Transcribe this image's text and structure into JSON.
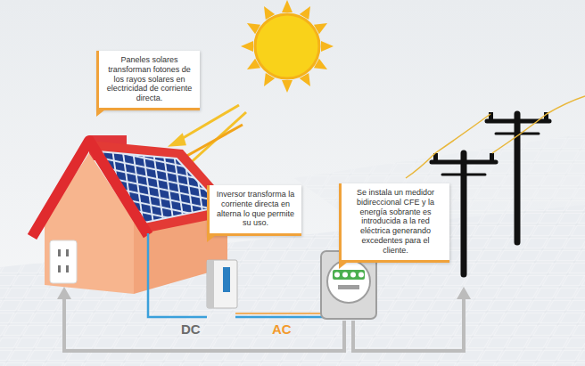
{
  "diagram": {
    "nodes": [
      {
        "text": [
          "Paneles solares transforman fotones de los rayos solares en electricidad de corriente directa."
        ]
      },
      {
        "text": [
          "Inversor transforma la corriente directa en alterna lo que permite su uso."
        ]
      },
      {
        "text": [
          "Se instala un medidor bidireccional CFE y la energía sobrante es introducida a la red eléctrica generando excedentes para el cliente."
        ]
      }
    ],
    "labels": [
      "DC",
      "AC"
    ]
  }
}
